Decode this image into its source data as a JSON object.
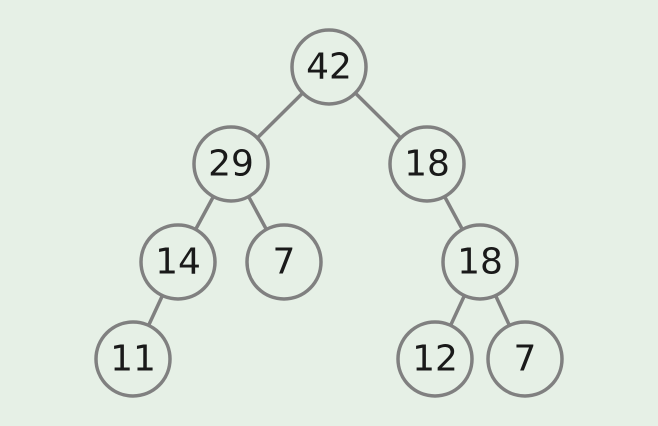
{
  "tree": {
    "colors": {
      "background": "#e6f0e6",
      "stroke": "#808080",
      "text": "#1a1a1a"
    },
    "nodes": [
      {
        "id": "root",
        "value": "42"
      },
      {
        "id": "l",
        "value": "29"
      },
      {
        "id": "r",
        "value": "18"
      },
      {
        "id": "ll",
        "value": "14"
      },
      {
        "id": "lr",
        "value": "7"
      },
      {
        "id": "rr",
        "value": "18"
      },
      {
        "id": "lll",
        "value": "11"
      },
      {
        "id": "rrl",
        "value": "12"
      },
      {
        "id": "rrr",
        "value": "7"
      }
    ],
    "edges": [
      {
        "from": "root",
        "to": "l"
      },
      {
        "from": "root",
        "to": "r"
      },
      {
        "from": "l",
        "to": "ll"
      },
      {
        "from": "l",
        "to": "lr"
      },
      {
        "from": "r",
        "to": "rr"
      },
      {
        "from": "ll",
        "to": "lll"
      },
      {
        "from": "rr",
        "to": "rrl"
      },
      {
        "from": "rr",
        "to": "rrr"
      }
    ]
  }
}
